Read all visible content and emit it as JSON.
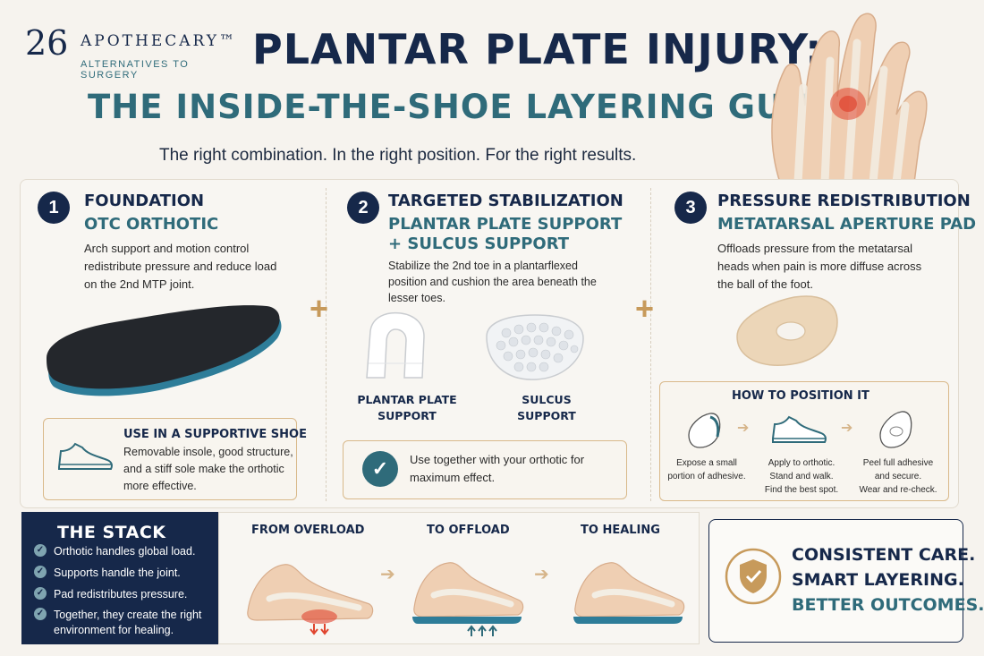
{
  "logo": {
    "number": "26",
    "name": "APOTHECARY™",
    "tagline": "ALTERNATIVES TO SURGERY"
  },
  "header": {
    "title_line1": "PLANTAR PLATE INJURY:",
    "title_line2": "THE INSIDE-THE-SHOE LAYERING GUIDE",
    "subtitle": "The right combination. In the right position. For the right results."
  },
  "steps": [
    {
      "number": "1",
      "title": "FOUNDATION",
      "subtitle": "OTC ORTHOTIC",
      "description": "Arch support and motion control redistribute pressure and reduce load on the 2nd MTP joint.",
      "tip_title": "USE IN A SUPPORTIVE SHOE",
      "tip_text": "Removable insole, good structure, and a stiff sole make the orthotic more effective."
    },
    {
      "number": "2",
      "title": "TARGETED STABILIZATION",
      "subtitle_line1": "PLANTAR PLATE SUPPORT",
      "subtitle_line2": "+ SULCUS SUPPORT",
      "description": "Stabilize the 2nd toe in a plantarflexed position and cushion the area beneath the lesser toes.",
      "product_a": {
        "line1": "PLANTAR PLATE",
        "line2": "SUPPORT"
      },
      "product_b": {
        "line1": "SULCUS",
        "line2": "SUPPORT"
      },
      "note": "Use together with your orthotic for maximum effect."
    },
    {
      "number": "3",
      "title": "PRESSURE REDISTRIBUTION",
      "subtitle": "METATARSAL APERTURE PAD",
      "description": "Offloads pressure from the metatarsal heads when pain is more diffuse across the ball of the foot.",
      "how_title": "HOW TO POSITION IT",
      "how_steps": [
        {
          "line1": "Expose a small",
          "line2": "portion of adhesive.",
          "line3": ""
        },
        {
          "line1": "Apply to orthotic.",
          "line2": "Stand and walk.",
          "line3": "Find the best spot."
        },
        {
          "line1": "Peel full adhesive",
          "line2": "and secure.",
          "line3": "Wear and re-check."
        }
      ]
    }
  ],
  "plus_symbol": "+",
  "arrow_symbol": "➔",
  "stack": {
    "title": "THE STACK",
    "items": [
      "Orthotic handles global load.",
      "Supports handle the joint.",
      "Pad redistributes pressure.",
      "Together, they create the right environment for healing."
    ]
  },
  "stages": [
    "FROM OVERLOAD",
    "TO OFFLOAD",
    "TO HEALING"
  ],
  "outcome": {
    "line1": "CONSISTENT CARE.",
    "line2": "SMART LAYERING.",
    "line3": "BETTER OUTCOMES."
  },
  "colors": {
    "navy": "#16284a",
    "teal": "#2f6b7a",
    "gold": "#c79a5b",
    "orthotic_blue": "#2e7d99",
    "foam": "#ecd6b8",
    "pain_red": "#e0452f"
  }
}
